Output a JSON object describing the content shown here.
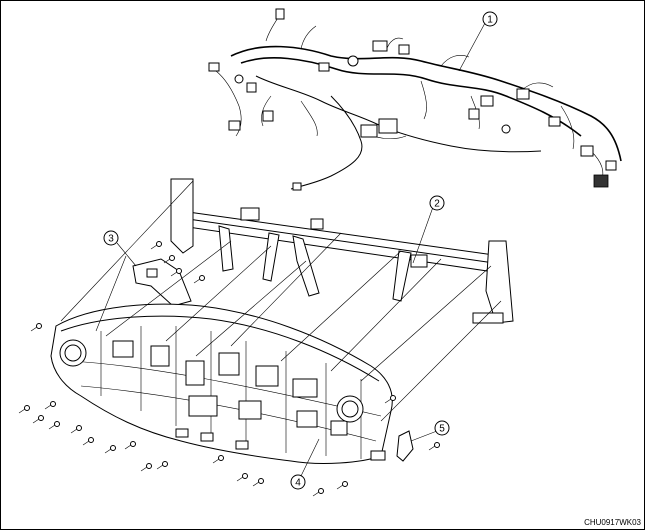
{
  "callouts": [
    {
      "label": "1",
      "part": "wiring-harness"
    },
    {
      "label": "2",
      "part": "dashboard-frame"
    },
    {
      "label": "3",
      "part": "bracket"
    },
    {
      "label": "4",
      "part": "dashboard-panel"
    },
    {
      "label": "5",
      "part": "side-bracket"
    }
  ],
  "figure_code": "CHU0917WK03"
}
